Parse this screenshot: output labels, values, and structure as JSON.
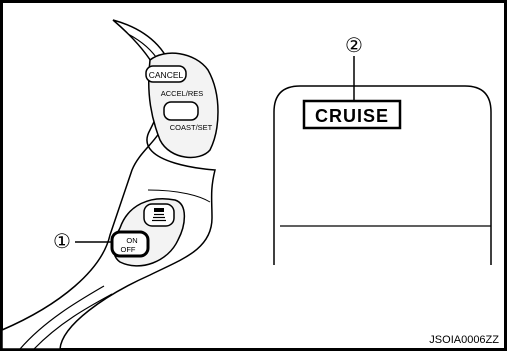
{
  "switch": {
    "cancel_label": "CANCEL",
    "accel_res_label": "ACCEL/RES",
    "coast_set_label": "COAST/SET",
    "on_label": "ON",
    "off_label": "OFF"
  },
  "meter": {
    "indicator_text": "CRUISE"
  },
  "callouts": {
    "one": "①",
    "two": "②"
  },
  "figure_code": "JSOIA0006ZZ"
}
